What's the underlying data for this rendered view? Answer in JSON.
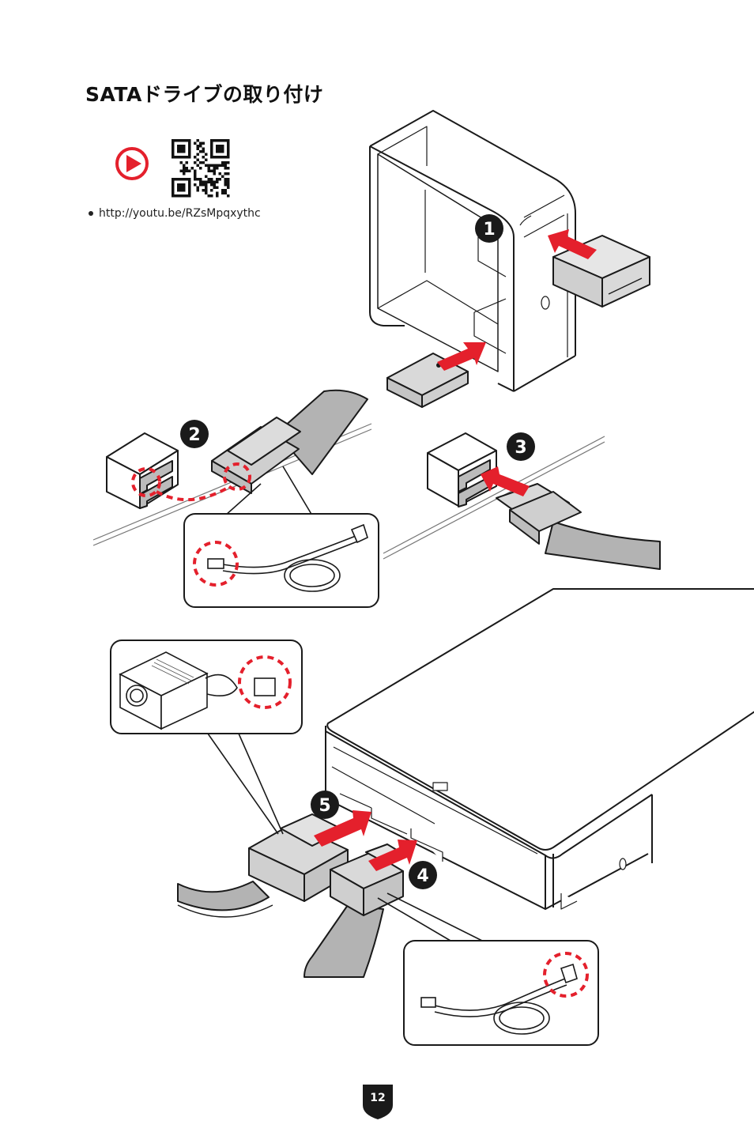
{
  "page": {
    "title": "SATAドライブの取り付け",
    "video_url": "http://youtu.be/RZsMpqxythc",
    "page_number": "12"
  },
  "steps": [
    "1",
    "2",
    "3",
    "4",
    "5"
  ],
  "colors": {
    "accent_red": "#e4202c",
    "line": "#1a1a1a",
    "cable_gray": "#b3b3b3",
    "drive_gray": "#cfcfcf",
    "badge": "#1a1a1a"
  },
  "icons": {
    "play": "play-icon",
    "qr": "qr-code"
  }
}
